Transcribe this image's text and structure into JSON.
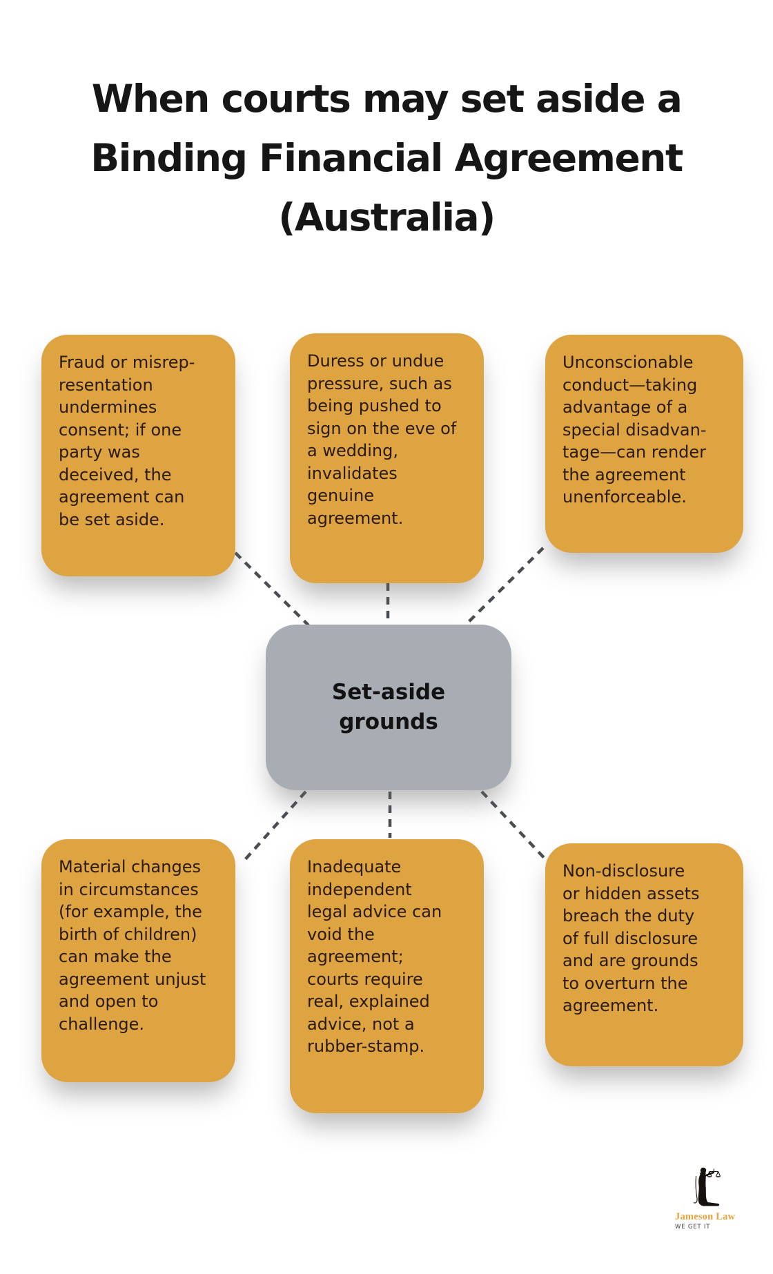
{
  "title": {
    "text": "When courts may set aside a\nBinding Financial Agreement\n(Australia)"
  },
  "colors": {
    "node_fill": "#DFA442",
    "node_text": "#2A1A10",
    "center_fill": "#A7ADB2",
    "center_text": "#121212",
    "connector": "#4A4E52",
    "title_text": "#161616",
    "brand_orange": "#E8A23C",
    "tagline_text": "#3A3E42"
  },
  "center_node": {
    "label": "Set-aside\ngrounds"
  },
  "nodes": [
    {
      "id": "fraud-misrepresentation",
      "text": "Fraud or misrep-\nresentation\nundermines\nconsent; if one\nparty was\ndeceived, the\nagreement can\nbe set aside."
    },
    {
      "id": "duress-undue-pressure",
      "text": "Duress or undue\npressure, such as\nbeing pushed to\nsign on the eve of\na wedding,\ninvalidates\ngenuine\nagreement."
    },
    {
      "id": "unconscionable-conduct",
      "text": "Unconscionable\nconduct—taking\nadvantage of a\nspecial disadvan-\ntage—can render\nthe agreement\nunenforceable."
    },
    {
      "id": "material-changes",
      "text": "Material changes\nin circumstances\n(for example, the\nbirth of children)\ncan make the\nagreement unjust\nand open to\nchallenge."
    },
    {
      "id": "inadequate-legal-advice",
      "text": "Inadequate\nindependent\nlegal advice can\nvoid the\nagreement;\ncourts require\nreal, explained\nadvice, not a\nrubber-stamp."
    },
    {
      "id": "non-disclosure",
      "text": "Non-disclosure\nor hidden assets\nbreach the duty\nof full disclosure\nand are grounds\nto overturn the\nagreement."
    }
  ],
  "logo": {
    "name": "Jameson Law",
    "tagline": "WE GET IT"
  }
}
